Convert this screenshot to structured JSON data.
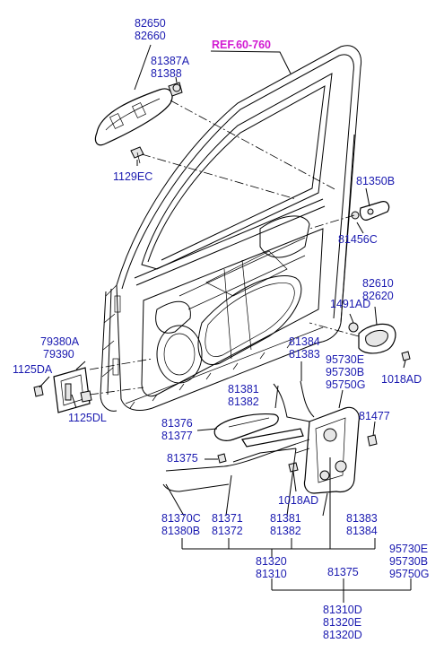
{
  "ref_label": "REF.60-760",
  "labels": {
    "l82650": "82650",
    "l82660": "82660",
    "l81387A": "81387A",
    "l81388": "81388",
    "l1129EC": "1129EC",
    "l81350B": "81350B",
    "l81456C": "81456C",
    "l82610": "82610",
    "l82620": "82620",
    "l1491AD": "1491AD",
    "l1018AD_r": "1018AD",
    "l79380A": "79380A",
    "l79390": "79390",
    "l1125DA": "1125DA",
    "l1125DL": "1125DL",
    "l81384_a": "81384",
    "l81383_a": "81383",
    "l95730E_a": "95730E",
    "l95730B_a": "95730B",
    "l95750G_a": "95750G",
    "l81381_a": "81381",
    "l81382_a": "81382",
    "l81477": "81477",
    "l81376": "81376",
    "l81377": "81377",
    "l81375_a": "81375",
    "l1018AD_b": "1018AD",
    "l81370C": "81370C",
    "l81380B": "81380B",
    "l81371": "81371",
    "l81372": "81372",
    "l81381_b": "81381",
    "l81382_b": "81382",
    "l81383_b": "81383",
    "l81384_b": "81384",
    "l81320_a": "81320",
    "l81310_a": "81310",
    "l81375_b": "81375",
    "l95730E_b": "95730E",
    "l95730B_b": "95730B",
    "l95750G_b": "95750G",
    "l81310D": "81310D",
    "l81320E": "81320E",
    "l81320D": "81320D"
  }
}
